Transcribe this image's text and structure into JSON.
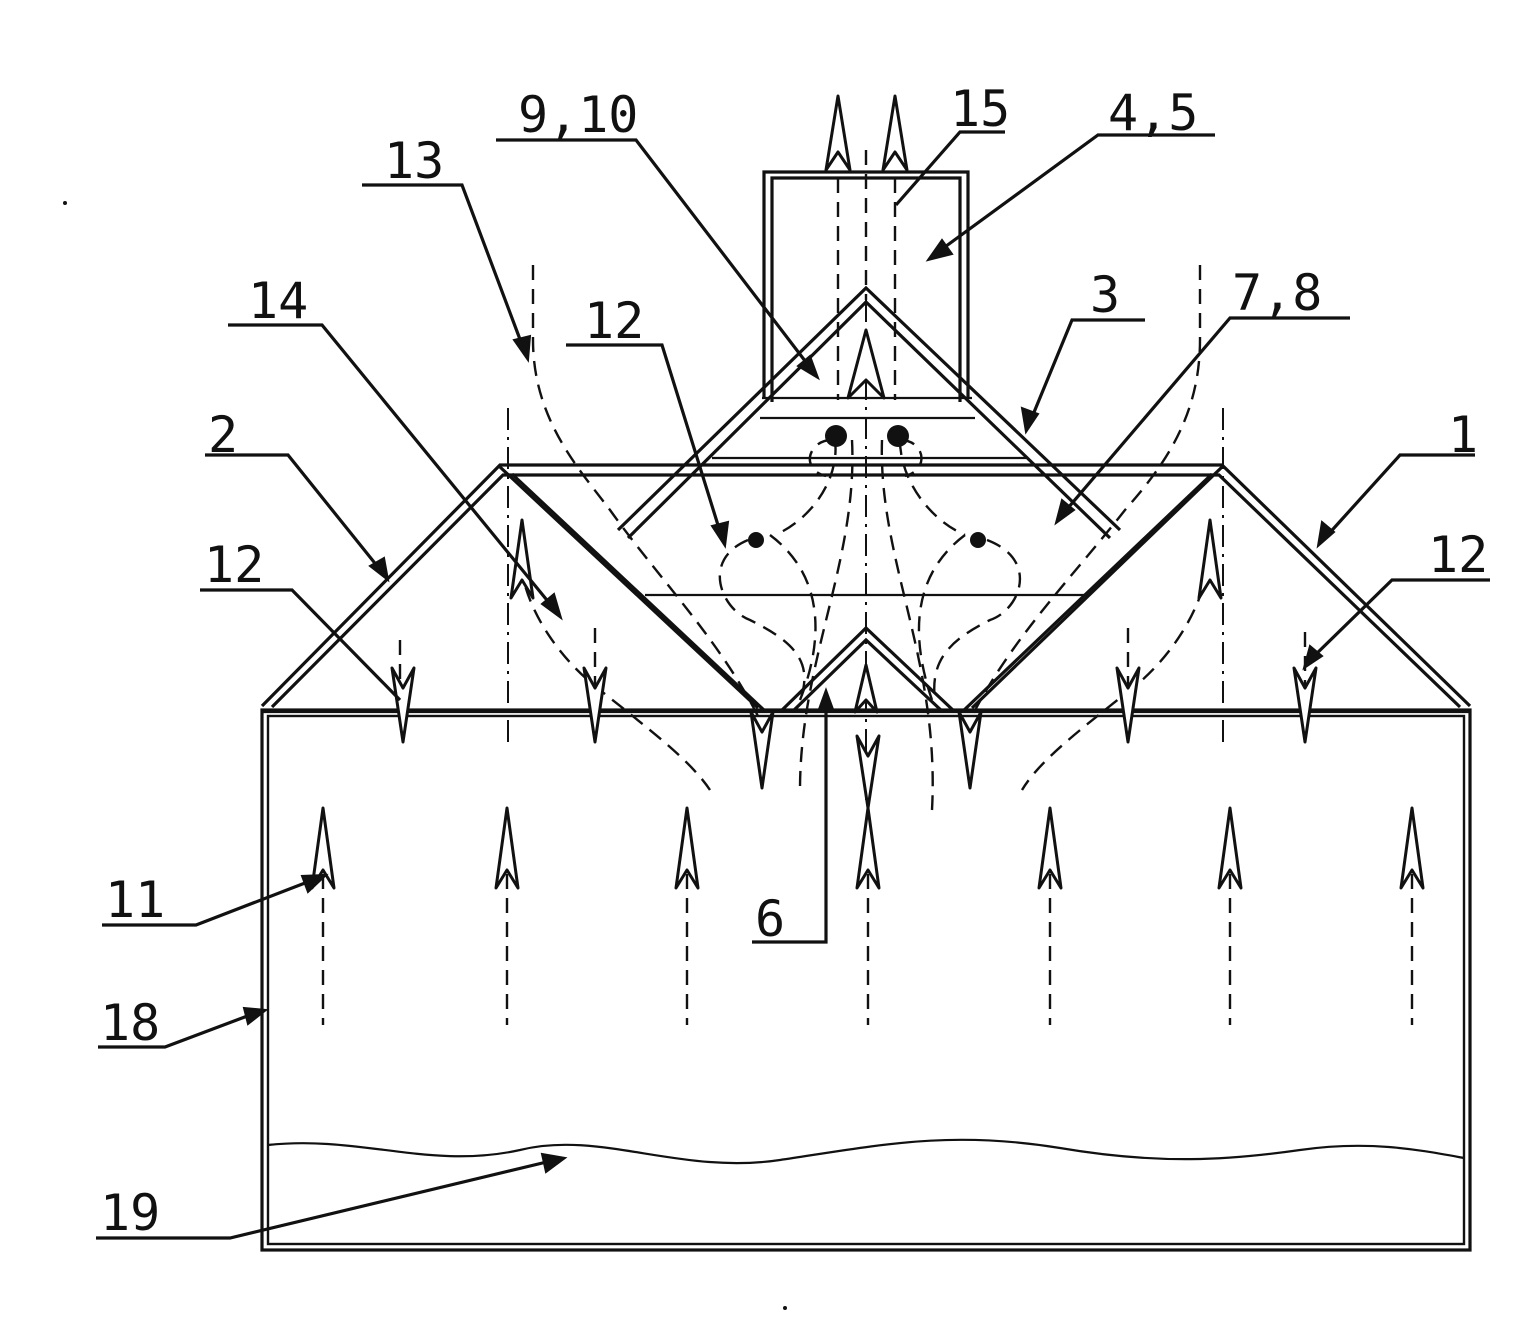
{
  "labels": {
    "l1": "1",
    "l2": "2",
    "l3": "3",
    "l4_5": "4,5",
    "l6": "6",
    "l7_8": "7,8",
    "l9_10": "9,10",
    "l11": "11",
    "l12_left": "12",
    "l12_center": "12",
    "l12_right": "12",
    "l13": "13",
    "l14": "14",
    "l15": "15",
    "l18": "18",
    "l19": "19"
  },
  "colors": {
    "ink": "#111111",
    "paper": "#ffffff"
  }
}
